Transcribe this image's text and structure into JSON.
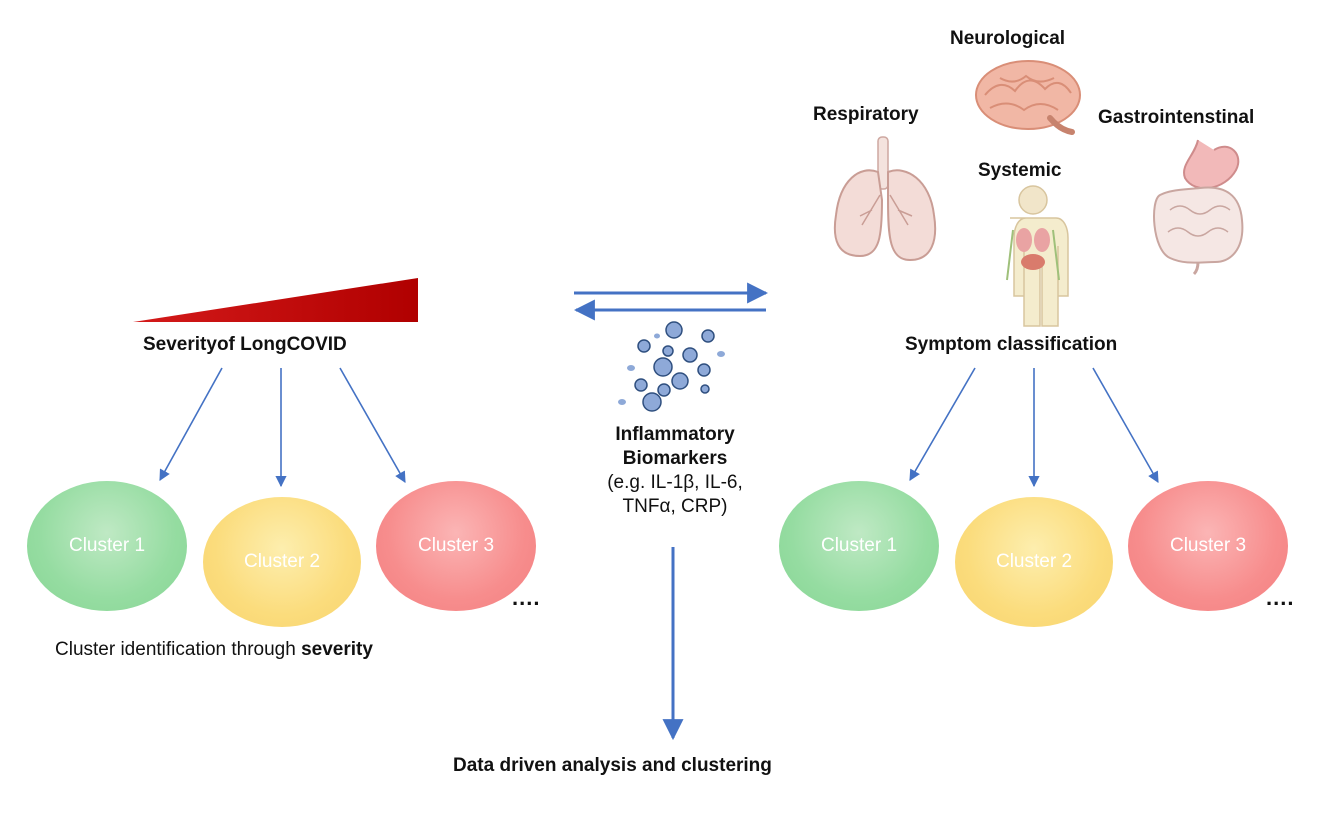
{
  "organs": {
    "neurological": "Neurological",
    "respiratory": "Respiratory",
    "gastro": "Gastrointenstinal",
    "systemic": "Systemic"
  },
  "left": {
    "severity_label": "Severityof LongCOVID",
    "clusters": [
      "Cluster 1",
      "Cluster 2",
      "Cluster 3"
    ],
    "more": "....",
    "caption_prefix": "Cluster identification through ",
    "caption_bold": "severity"
  },
  "right": {
    "symptom_label": "Symptom classification",
    "clusters": [
      "Cluster 1",
      "Cluster 2",
      "Cluster 3"
    ],
    "more": "...."
  },
  "center": {
    "title_line1": "Inflammatory",
    "title_line2": "Biomarkers",
    "examples_line1": "(e.g. IL-1β, IL-6,",
    "examples_line2": "TNFα, CRP)"
  },
  "bottom": {
    "label": "Data driven analysis and clustering"
  },
  "colors": {
    "arrow": "#4472c4",
    "wedge": "#c00000",
    "cluster_green": "#95dca1",
    "cluster_yellow": "#fbdc7c",
    "cluster_red": "#f78d8d",
    "marker": "#8ea9d8"
  }
}
